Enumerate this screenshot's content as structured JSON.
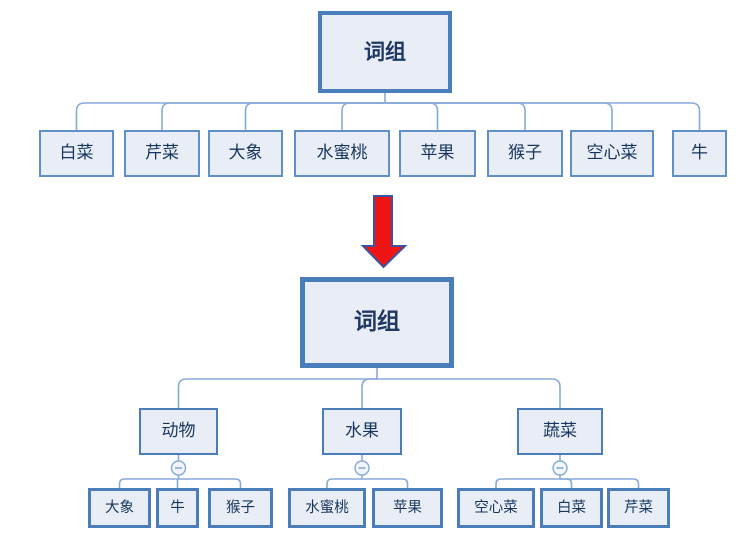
{
  "colors": {
    "background": "#ffffff",
    "accent_border": "#4a7ebb",
    "node_fill": "#e9eef6",
    "connector": "#88aad8",
    "root_text": "#1f3864",
    "node_text": "#17365d",
    "arrow_fill": "#ef1515",
    "arrow_outline": "#39539f"
  },
  "top_tree": {
    "root": {
      "label": "词组"
    },
    "children": [
      {
        "label": "白菜"
      },
      {
        "label": "芹菜"
      },
      {
        "label": "大象"
      },
      {
        "label": "水蜜桃"
      },
      {
        "label": "苹果"
      },
      {
        "label": "猴子"
      },
      {
        "label": "空心菜"
      },
      {
        "label": "牛"
      }
    ]
  },
  "arrow": {
    "meaning": "transform-step",
    "direction": "down"
  },
  "bottom_tree": {
    "root": {
      "label": "词组"
    },
    "groups": [
      {
        "label": "动物",
        "collapse_glyph": "−",
        "children": [
          {
            "label": "大象"
          },
          {
            "label": "牛"
          },
          {
            "label": "猴子"
          }
        ]
      },
      {
        "label": "水果",
        "collapse_glyph": "−",
        "children": [
          {
            "label": "水蜜桃"
          },
          {
            "label": "苹果"
          }
        ]
      },
      {
        "label": "蔬菜",
        "collapse_glyph": "−",
        "children": [
          {
            "label": "空心菜"
          },
          {
            "label": "白菜"
          },
          {
            "label": "芹菜"
          }
        ]
      }
    ]
  }
}
